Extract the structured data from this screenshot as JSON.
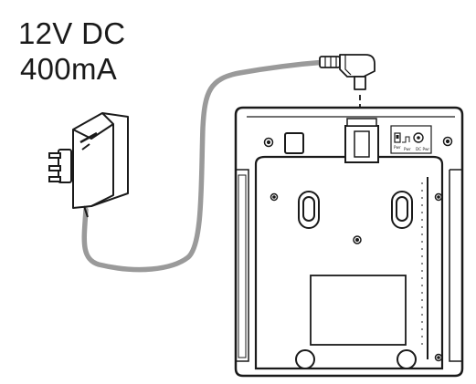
{
  "power_rating": {
    "voltage": "12V DC",
    "current": "400mA"
  },
  "port_panel_labels": {
    "left": "Pwr",
    "middle": "Pwr",
    "right": "DC Pwr"
  },
  "colors": {
    "line": "#1a1a1a",
    "cable": "#9a9a9a",
    "background": "#ffffff"
  }
}
